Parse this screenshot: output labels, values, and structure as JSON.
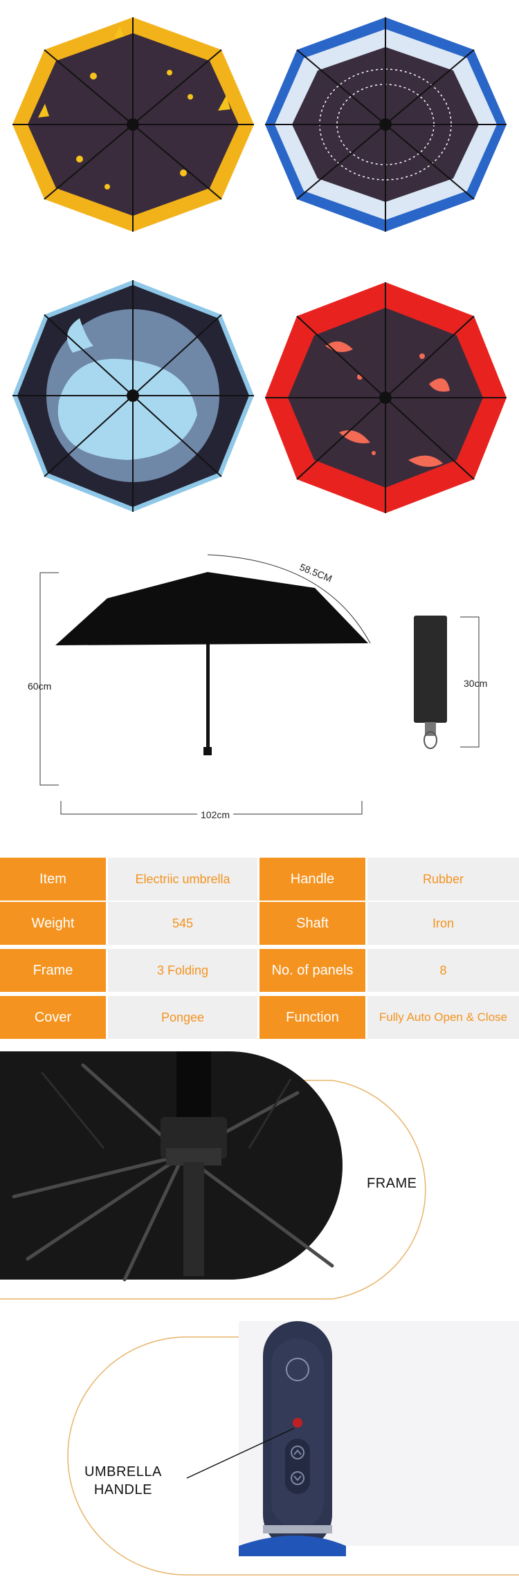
{
  "umbrellas": [
    {
      "name": "deer-forest-umbrella",
      "rim": "#f2b21a",
      "inner": "#3a2c3c",
      "art": "#f6c31c"
    },
    {
      "name": "ocean-waves-umbrella",
      "rim": "#2a66c8",
      "inner": "#3a2d3e",
      "art": "#ffffff"
    },
    {
      "name": "whale-umbrella",
      "rim": "#8ec7e8",
      "inner": "#252434",
      "art": "#a8d8f0"
    },
    {
      "name": "red-sea-umbrella",
      "rim": "#e8231f",
      "inner": "#3b2c3c",
      "art": "#f36a55"
    }
  ],
  "dimensions": {
    "rib": "58.5CM",
    "height": "60cm",
    "width": "102cm",
    "folded": "30cm"
  },
  "specs": [
    [
      {
        "label": "Item",
        "value": "Electriic umbrella"
      },
      {
        "label": "Handle",
        "value": "Rubber"
      }
    ],
    [
      {
        "label": "Weight",
        "value": "545"
      },
      {
        "label": "Shaft",
        "value": "Iron"
      }
    ],
    [
      {
        "label": "Frame",
        "value": "3 Folding"
      },
      {
        "label": "No. of panels",
        "value": "8"
      }
    ],
    [
      {
        "label": "Cover",
        "value": "Pongee"
      },
      {
        "label": "Function",
        "value": "Fully Auto Open & Close"
      }
    ]
  ],
  "colors": {
    "accent": "#f4931f",
    "cell": "#efefef"
  },
  "frame_section": {
    "label": "FRAME"
  },
  "handle_section": {
    "label_line1": "UMBRELLA",
    "label_line2": "HANDLE"
  }
}
